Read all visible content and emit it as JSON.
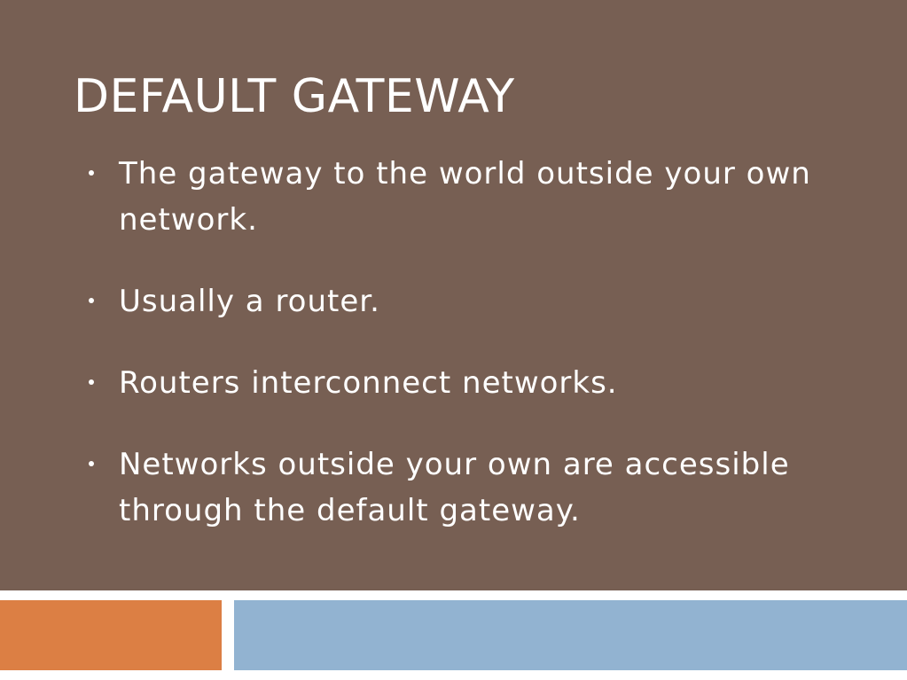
{
  "slide": {
    "title": "DEFAULT GATEWAY",
    "bullets": [
      "The gateway to the world outside your own network.",
      "Usually a router.",
      "Routers interconnect networks.",
      "Networks outside your own are accessible through the default gateway."
    ]
  },
  "colors": {
    "background": "#775f53",
    "accent_orange": "#dc7f44",
    "accent_blue": "#92b3d1",
    "text": "#ffffff"
  }
}
